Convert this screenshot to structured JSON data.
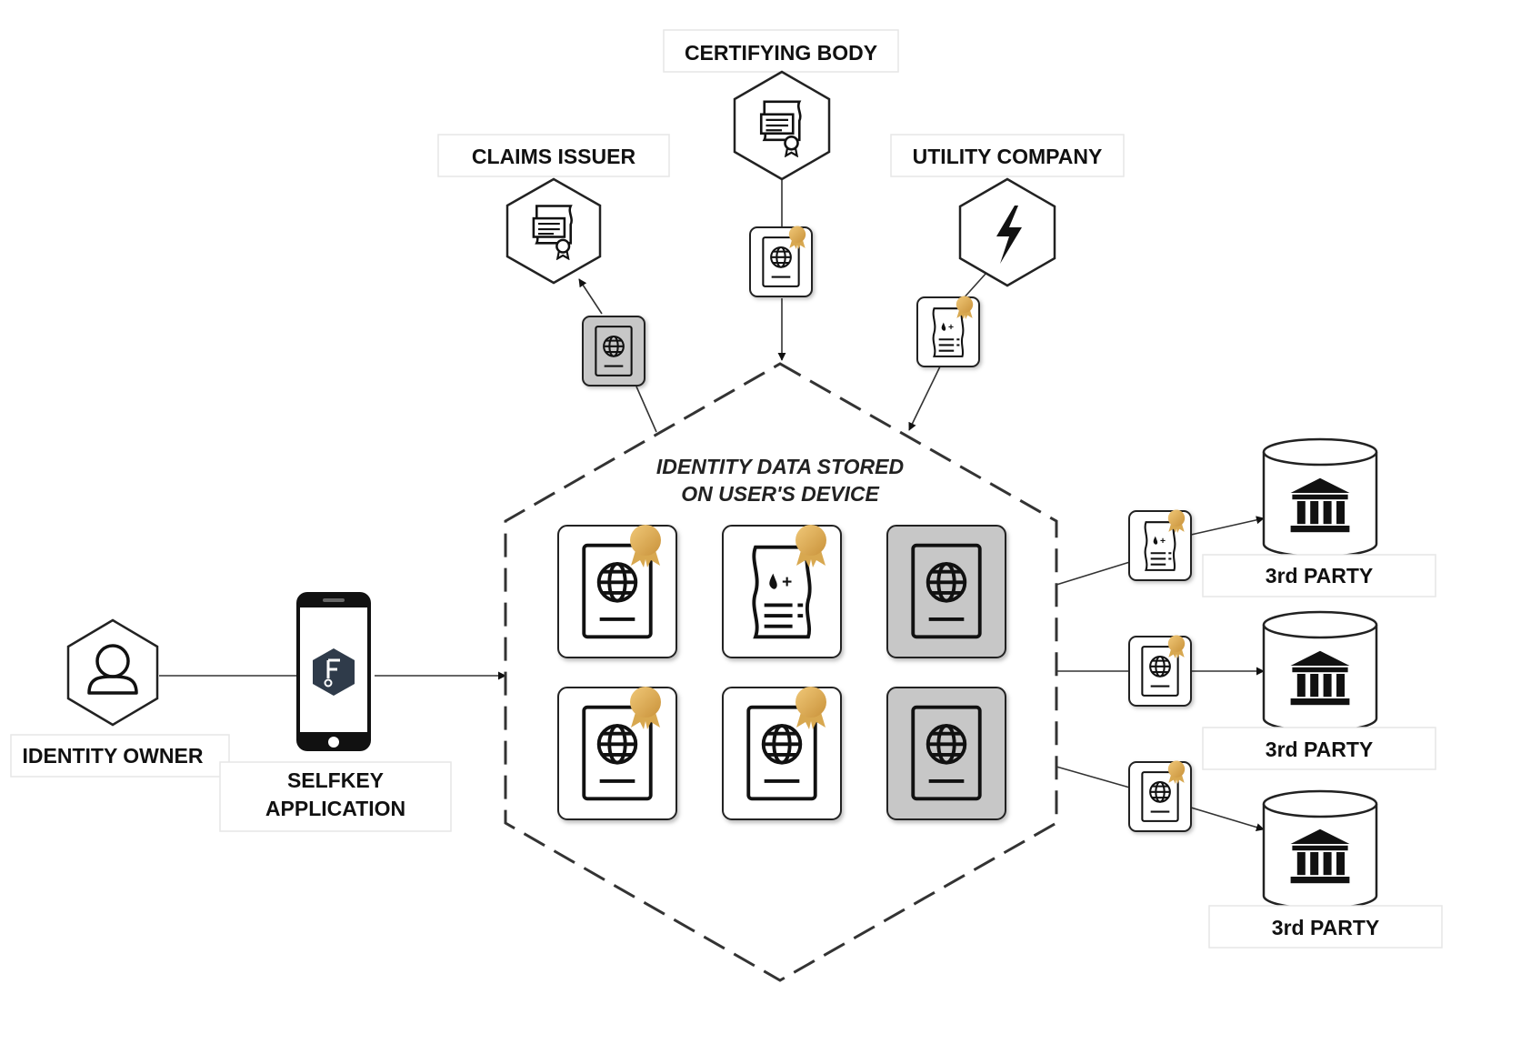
{
  "colors": {
    "ink": "#111111",
    "seal": "#e2b45a",
    "grey_card": "#c7c7c7",
    "white_card": "#ffffff",
    "app_logo": "#2f3b4a"
  },
  "icons": {
    "identity_owner": "person-icon",
    "selfkey_app": "smartphone-icon",
    "claims_issuer": "certificate-icon",
    "certifying_body": "certificate-icon",
    "utility_company": "lightning-bolt-icon",
    "third_party": "bank-building-icon",
    "passport": "passport-globe-icon",
    "utility_bill": "utility-bill-icon"
  },
  "labels": {
    "certifying_body": "CERTIFYING BODY",
    "claims_issuer": "CLAIMS ISSUER",
    "utility_company": "UTILITY COMPANY",
    "identity_owner": "IDENTITY OWNER",
    "selfkey_app_line1": "SELFKEY",
    "selfkey_app_line2": "APPLICATION",
    "storage_line1": "IDENTITY DATA STORED",
    "storage_line2": "ON USER'S DEVICE",
    "third_party_1": "3rd PARTY",
    "third_party_2": "3rd PARTY",
    "third_party_3": "3rd PARTY"
  },
  "stored_documents": [
    {
      "kind": "passport",
      "certified": true,
      "style": "white"
    },
    {
      "kind": "utility-bill",
      "certified": true,
      "style": "white"
    },
    {
      "kind": "passport",
      "certified": false,
      "style": "grey"
    },
    {
      "kind": "passport",
      "certified": true,
      "style": "white"
    },
    {
      "kind": "passport",
      "certified": true,
      "style": "white"
    },
    {
      "kind": "passport",
      "certified": false,
      "style": "grey"
    }
  ]
}
